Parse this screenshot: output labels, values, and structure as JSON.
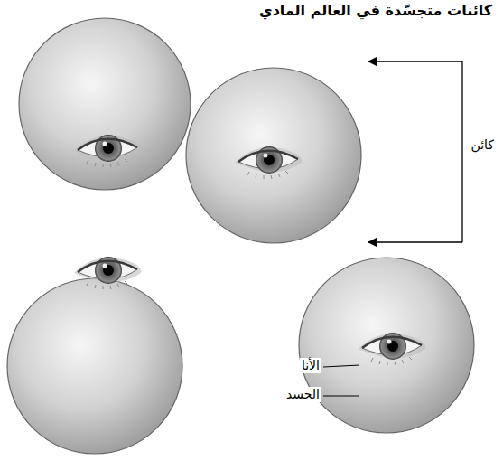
{
  "diagram": {
    "title": "كائنات متجسّدة في العالم المادي",
    "labels": [
      "كائن",
      "الأنا",
      "الجسد"
    ]
  }
}
